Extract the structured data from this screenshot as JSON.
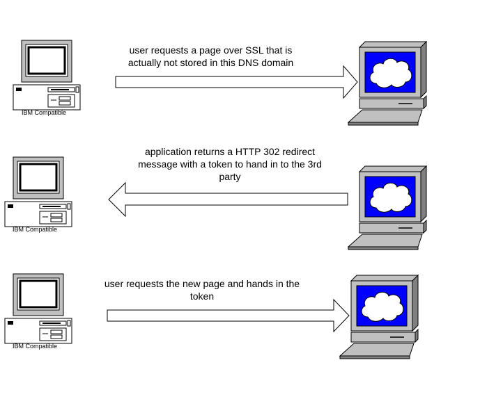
{
  "colors": {
    "background": "#ffffff",
    "outline": "#000000",
    "screen_blue": "#0000ff",
    "case_gray": "#c0c0c0",
    "case_dark": "#808080"
  },
  "client_label": "IBM Compatible",
  "steps": [
    {
      "direction": "right",
      "lines": [
        "user requests a page over SSL that is",
        "actually not stored in this DNS domain"
      ]
    },
    {
      "direction": "left",
      "lines": [
        "application returns a HTTP 302 redirect",
        "message with a token to hand in to the 3rd",
        "party"
      ]
    },
    {
      "direction": "right",
      "lines": [
        "user requests the new page and hands in the",
        "token"
      ]
    }
  ],
  "icons": {
    "client": "ibm-compatible-pc-icon",
    "server": "server-terminal-cloud-icon"
  }
}
